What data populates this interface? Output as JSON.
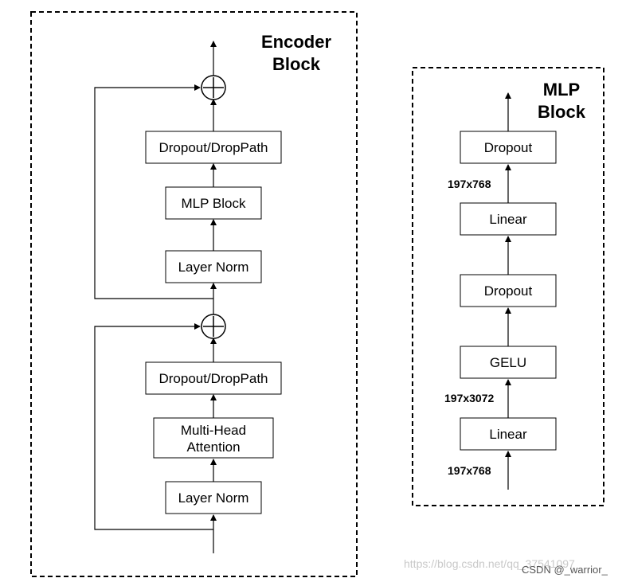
{
  "encoder": {
    "title_line1": "Encoder",
    "title_line2": "Block",
    "dropout_top": "Dropout/DropPath",
    "mlp_block": "MLP Block",
    "layer_norm_top": "Layer Norm",
    "dropout_bottom": "Dropout/DropPath",
    "attention_line1": "Multi-Head",
    "attention_line2": "Attention",
    "layer_norm_bottom": "Layer Norm"
  },
  "mlp": {
    "title_line1": "MLP",
    "title_line2": "Block",
    "dropout_top": "Dropout",
    "linear_top": "Linear",
    "dropout_mid": "Dropout",
    "gelu": "GELU",
    "linear_bottom": "Linear",
    "dim_top": "197x768",
    "dim_mid": "197x3072",
    "dim_bottom": "197x768"
  },
  "watermark": {
    "url": "https://blog.csdn.net/qq_37541097",
    "author": "CSDN @_warrior_"
  }
}
